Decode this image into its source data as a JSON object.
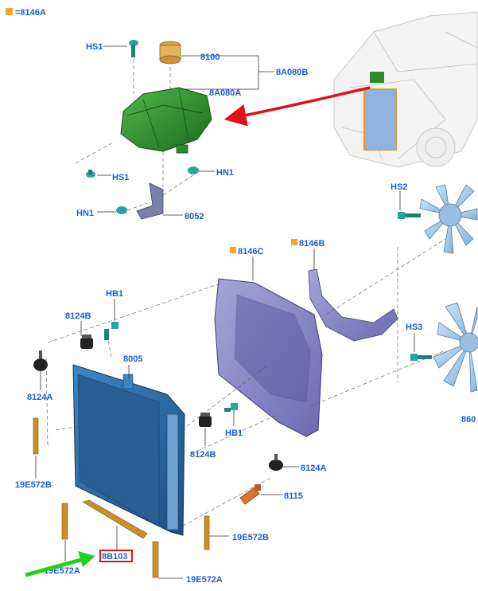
{
  "legend": {
    "marker_color": "#f5a623",
    "text": "=8146A"
  },
  "labels": {
    "hs1_top": "HS1",
    "p8100": "8100",
    "p8a080b": "8A080B",
    "p8a080a": "8A080A",
    "hs1_bottom": "HS1",
    "hn1_right": "HN1",
    "hn1_left": "HN1",
    "p8052": "8052",
    "hs2": "HS2",
    "p8146c": "8146C",
    "p8146b": "8146B",
    "hb1_top": "HB1",
    "p8124b_top": "8124B",
    "p8124a_left": "8124A",
    "p8005": "8005",
    "hs3": "HS3",
    "p860": "860",
    "hb1_bottom": "HB1",
    "p8124b_bottom": "8124B",
    "p8124a_right": "8124A",
    "p8115": "8115",
    "p19e572b_left": "19E572B",
    "p19e572b_right": "19E572B",
    "p8b103": "8B103",
    "p19e572a_left": "19E572A",
    "p19e572a_bottom": "19E572A"
  },
  "colors": {
    "label_blue": "#1a5fd0",
    "highlight_red": "#e0101a",
    "pointer_green": "#22d01c",
    "flag_orange": "#f5a623",
    "tank_green": "#2e8a2c",
    "radiator_blue": "#2f6ea8",
    "shroud_purple": "#8a8ac8",
    "bracket_tan": "#c9902a",
    "fastener_teal": "#2aa59a"
  }
}
